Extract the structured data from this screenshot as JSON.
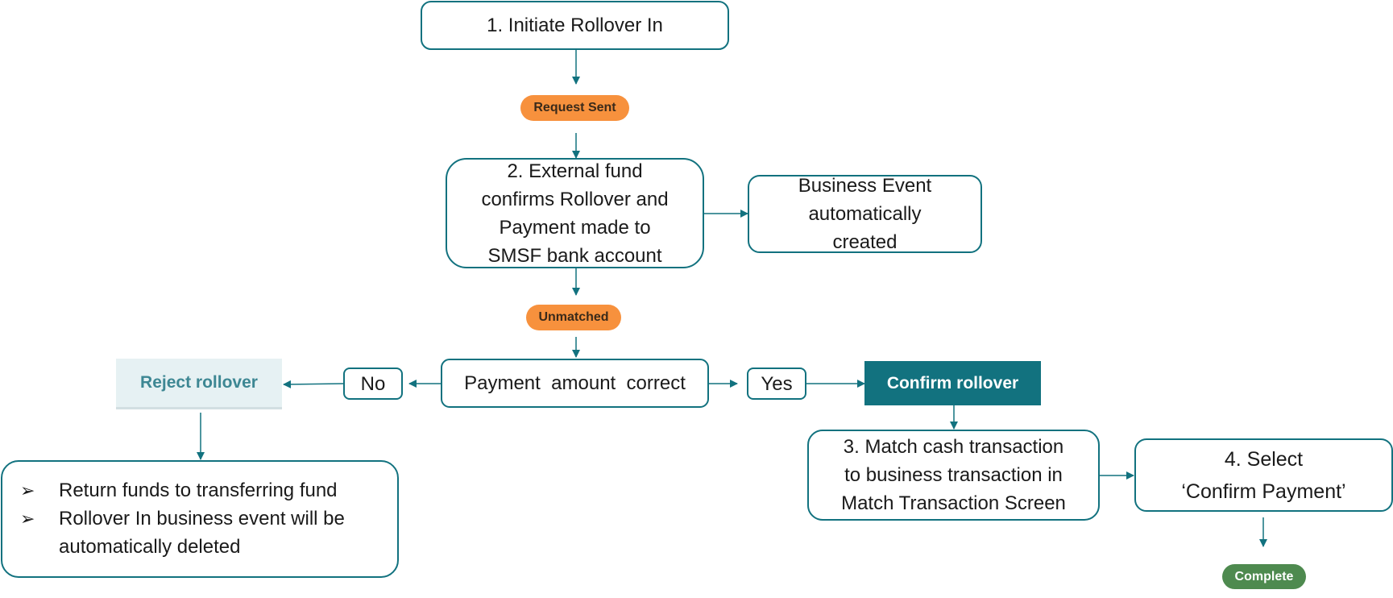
{
  "colors": {
    "primary": "#12727f",
    "pill_orange": "#f7913d",
    "pill_text": "#3a2a1a",
    "pill_green": "#4e8a4f",
    "reject_bg": "#e6f1f3",
    "reject_text": "#3d8793",
    "confirm_bg": "#12727f"
  },
  "nodes": {
    "initiate": "1. Initiate Rollover In",
    "request_sent": "Request Sent",
    "external_fund": [
      "2. External fund",
      "confirms Rollover and",
      "Payment made to",
      "SMSF bank account"
    ],
    "business_event": [
      "Business Event",
      "automatically",
      "created"
    ],
    "unmatched": "Unmatched",
    "payment_correct": "Payment  amount  correct",
    "no": "No",
    "yes": "Yes",
    "reject_rollover": "Reject rollover",
    "confirm_rollover": "Confirm rollover",
    "match_cash": [
      "3. Match cash transaction",
      "to business transaction in",
      "Match Transaction  Screen"
    ],
    "select_confirm": [
      "4. Select",
      "‘Confirm Payment’"
    ],
    "complete": "Complete",
    "reject_bullets": [
      "Return funds to transferring  fund",
      "Rollover In business event will be automatically deleted"
    ]
  }
}
